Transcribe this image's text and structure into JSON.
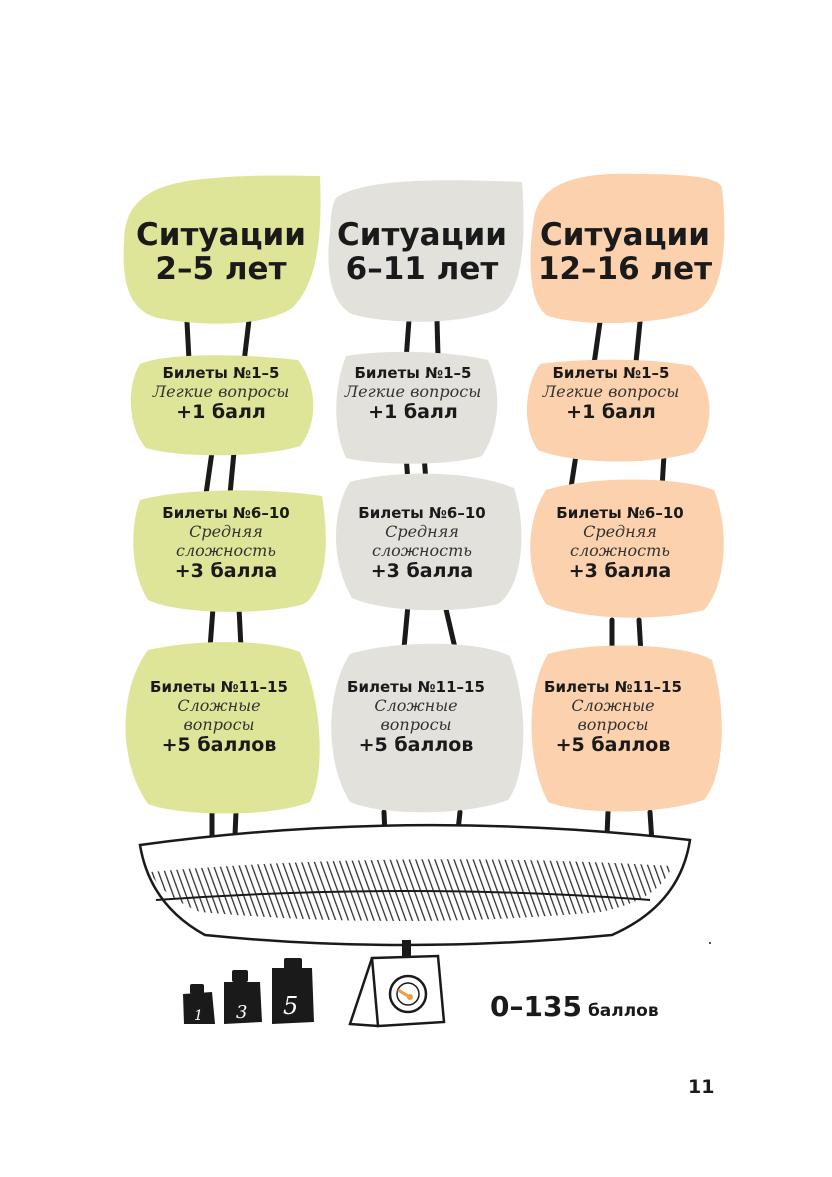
{
  "colors": {
    "green": "#dfe598",
    "gray": "#e2e1db",
    "peach": "#fcd1ad",
    "ink": "#1a1a1a",
    "dial": "#f39a45"
  },
  "columns": [
    {
      "title1": "Ситуации",
      "title2": "2–5 лет",
      "levels": [
        {
          "tickets": "Билеты №1–5",
          "desc1": "Легкие вопросы",
          "desc2": "",
          "points": "+1 балл"
        },
        {
          "tickets": "Билеты №6–10",
          "desc1": "Средняя",
          "desc2": "сложность",
          "points": "+3 балла"
        },
        {
          "tickets": "Билеты №11–15",
          "desc1": "Сложные",
          "desc2": "вопросы",
          "points": "+5 баллов"
        }
      ]
    },
    {
      "title1": "Ситуации",
      "title2": "6–11 лет",
      "levels": [
        {
          "tickets": "Билеты №1–5",
          "desc1": "Легкие вопросы",
          "desc2": "",
          "points": "+1 балл"
        },
        {
          "tickets": "Билеты №6–10",
          "desc1": "Средняя",
          "desc2": "сложность",
          "points": "+3 балла"
        },
        {
          "tickets": "Билеты №11–15",
          "desc1": "Сложные",
          "desc2": "вопросы",
          "points": "+5 баллов"
        }
      ]
    },
    {
      "title1": "Ситуации",
      "title2": "12–16 лет",
      "levels": [
        {
          "tickets": "Билеты №1–5",
          "desc1": "Легкие вопросы",
          "desc2": "",
          "points": "+1 балл"
        },
        {
          "tickets": "Билеты №6–10",
          "desc1": "Средняя",
          "desc2": "сложность",
          "points": "+3 балла"
        },
        {
          "tickets": "Билеты №11–15",
          "desc1": "Сложные",
          "desc2": "вопросы",
          "points": "+5 баллов"
        }
      ]
    }
  ],
  "weights": [
    "1",
    "3",
    "5"
  ],
  "total": {
    "value": "0–135",
    "unit": "баллов"
  },
  "page_number": "11"
}
